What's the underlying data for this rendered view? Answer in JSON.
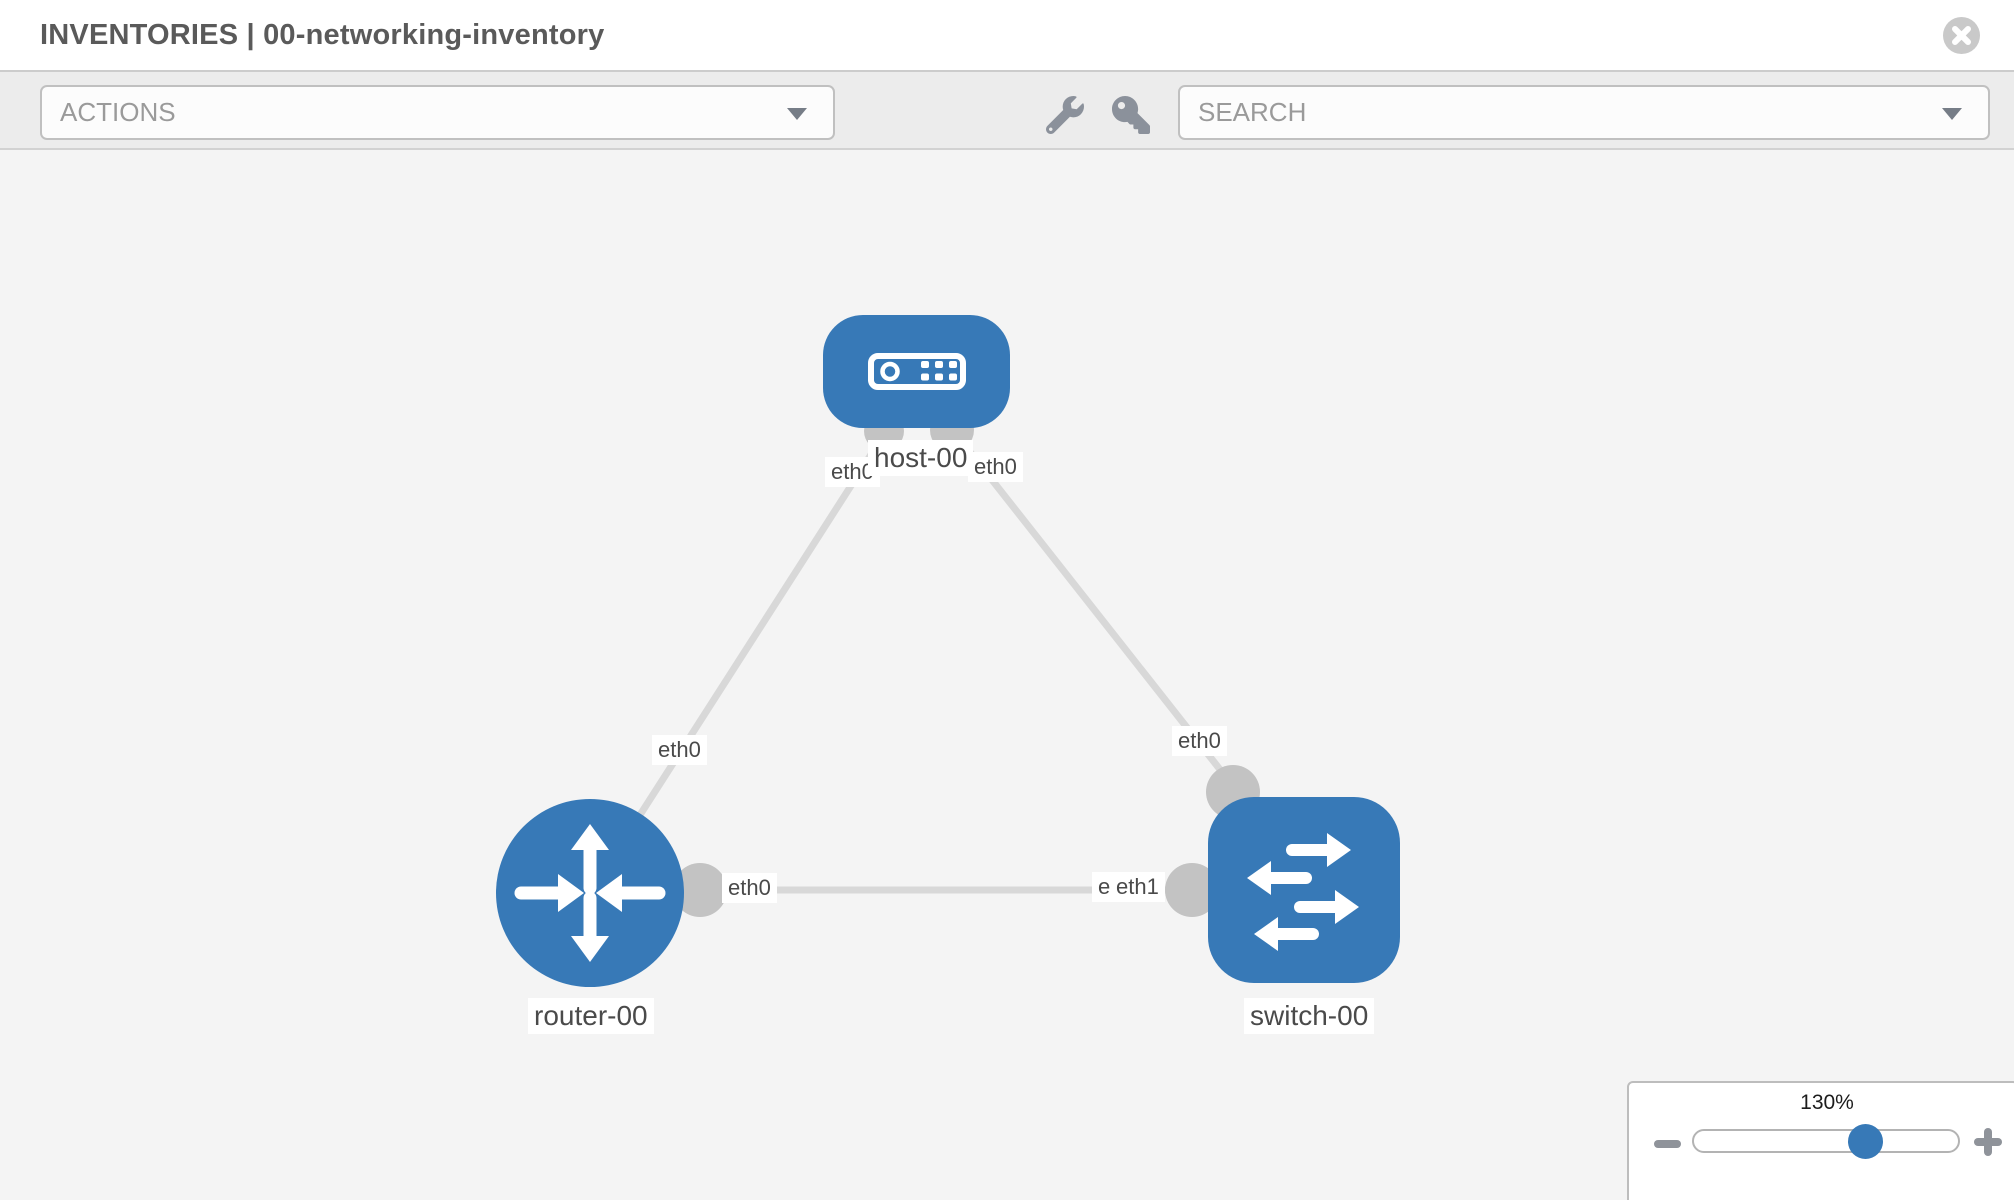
{
  "header": {
    "title": "INVENTORIES | 00-networking-inventory",
    "close_icon": "close-icon"
  },
  "toolbar": {
    "actions_placeholder": "ACTIONS",
    "search_placeholder": "SEARCH",
    "icons": [
      "wrench-icon",
      "key-icon"
    ]
  },
  "diagram": {
    "nodes": [
      {
        "id": "host-00",
        "type": "host",
        "label": "host-00"
      },
      {
        "id": "router-00",
        "type": "router",
        "label": "router-00"
      },
      {
        "id": "switch-00",
        "type": "switch",
        "label": "switch-00"
      }
    ],
    "links": [
      {
        "from": "router-00",
        "to": "host-00",
        "from_interface": "eth0",
        "to_interface": "eth0"
      },
      {
        "from": "host-00",
        "to": "switch-00",
        "from_interface": "eth0",
        "to_interface": "eth0"
      },
      {
        "from": "router-00",
        "to": "switch-00",
        "from_interface": "eth0",
        "to_interface": "eth1"
      }
    ],
    "port_labels": [
      "eth0",
      "eth0",
      "eth0",
      "eth0",
      "eth0",
      "eth0",
      "eth1"
    ],
    "colors": {
      "node_blue": "#3779b7",
      "link_gray": "#d8d8d8",
      "endpoint_gray": "#c3c3c3",
      "label_text": "#4a4a4a"
    }
  },
  "zoom_control": {
    "level": "130%",
    "minus_icon": "minus-icon",
    "plus_icon": "plus-icon"
  }
}
